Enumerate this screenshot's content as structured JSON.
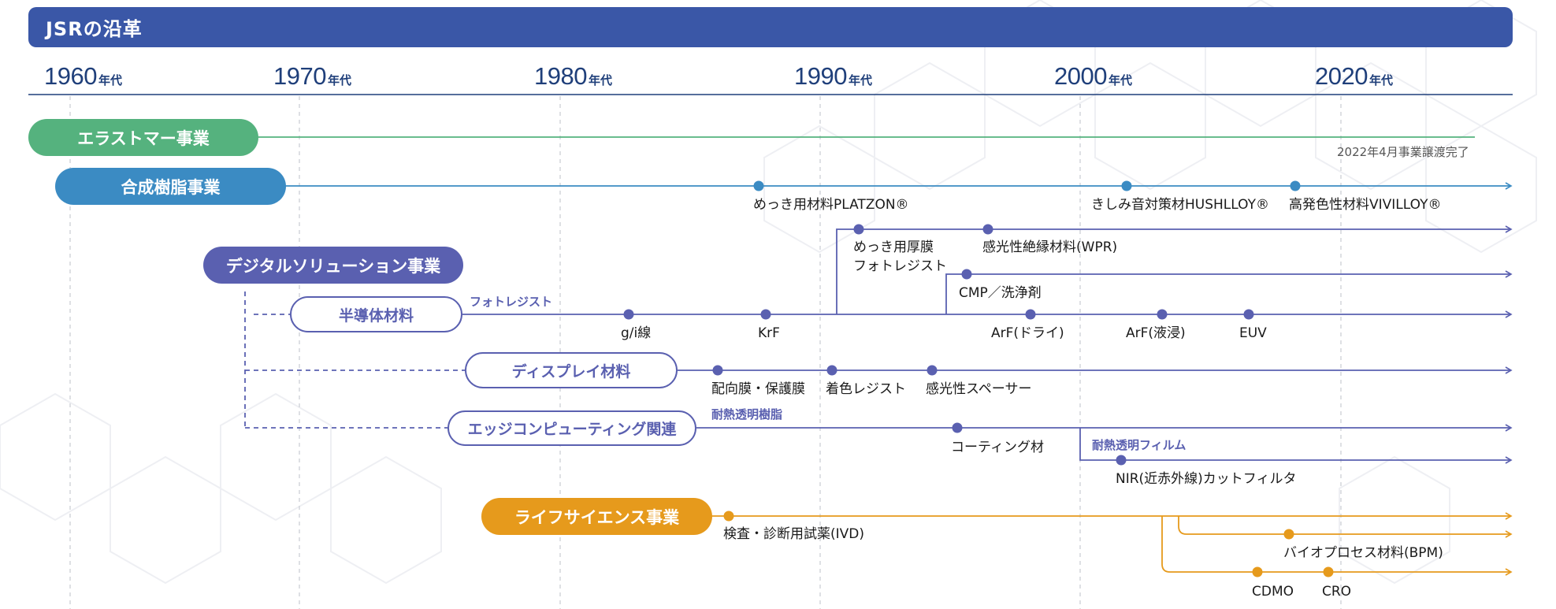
{
  "title": "JSRの沿革",
  "decade_suffix": "年代",
  "decades": [
    "1960",
    "1970",
    "1980",
    "1990",
    "2000",
    "2020"
  ],
  "colors": {
    "header": "#3a57a7",
    "decade_text": "#1f3f7a",
    "elastomer": "#55b27e",
    "resin": "#3b8bc3",
    "digital": "#5a60b0",
    "life": "#e69a1c"
  },
  "businesses": {
    "elastomer": "エラストマー事業",
    "resin": "合成樹脂事業",
    "digital": "デジタルソリューション事業",
    "semiconductor": "半導体材料",
    "display": "ディスプレイ材料",
    "edge": "エッジコンピューティング関連",
    "life": "ライフサイエンス事業"
  },
  "sublabels": {
    "photoresist": "フォトレジスト",
    "heat_resin": "耐熱透明樹脂",
    "heat_film": "耐熱透明フィルム"
  },
  "notes": {
    "elastomer_transfer": "2022年4月事業譲渡完了"
  },
  "milestones": {
    "platzon": "めっき用材料PLATZON®",
    "hushlloy": "きしみ音対策材HUSHLLOY®",
    "vivilloy": "高発色性材料VIVILLOY®",
    "plating_resist_1": "めっき用厚膜",
    "plating_resist_2": "フォトレジスト",
    "wpr": "感光性絶縁材料(WPR)",
    "cmp": "CMP／洗浄剤",
    "gi": "g/i線",
    "krf": "KrF",
    "arf_dry": "ArF(ドライ)",
    "arf_imm": "ArF(液浸)",
    "euv": "EUV",
    "alignment": "配向膜・保護膜",
    "color_resist": "着色レジスト",
    "spacer": "感光性スペーサー",
    "coating": "コーティング材",
    "nir": "NIR(近赤外線)カットフィルタ",
    "ivd": "検査・診断用試薬(IVD)",
    "bpm": "バイオプロセス材料(BPM)",
    "cdmo": "CDMO",
    "cro": "CRO"
  }
}
